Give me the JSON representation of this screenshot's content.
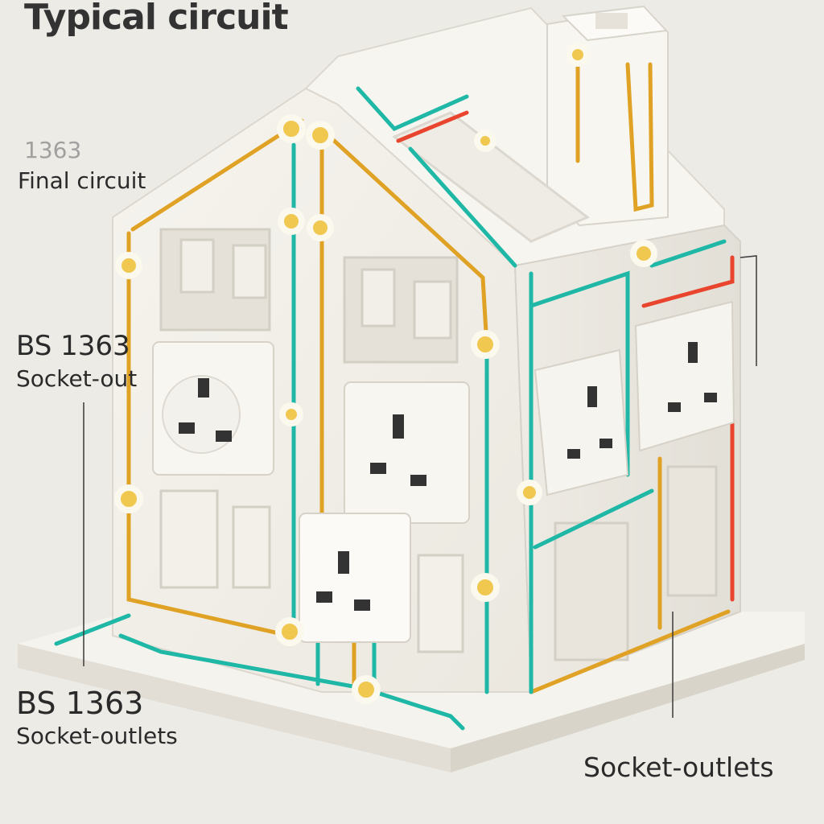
{
  "labels": {
    "title": "Typical circuit",
    "faded": "1363",
    "final_circuit": "Final circuit",
    "bs_a": "BS 1363",
    "socket_out": "Socket-out",
    "bs_b": "BS 1363",
    "socket_outlets_b": "Socket-outlets",
    "socket_outlets_c": "Socket-outlets"
  },
  "colors": {
    "background": "#ecebe6",
    "house": "#f4f2ec",
    "wire_orange": "#e0a224",
    "wire_teal": "#1fb7a6",
    "wire_red": "#e8442e",
    "junction": "#f0c850"
  }
}
